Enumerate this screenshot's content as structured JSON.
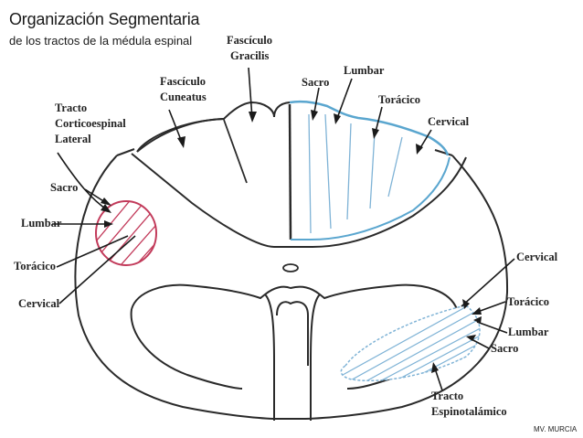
{
  "header": {
    "title": "Organización Segmentaria",
    "subtitle": "de los tractos de la médula espinal"
  },
  "credit": "MV. MURCIA",
  "colors": {
    "outline": "#2a2a2a",
    "gracilis_tract": "#5aa6cf",
    "corticospinal_tract": "#c23a5a",
    "spinothalamic_tract": "#7fb3d6"
  },
  "labels": {
    "fasciculo_gracilis": [
      "Fascículo",
      "Gracilis"
    ],
    "fasciculo_cuneatus": [
      "Fascículo",
      "Cuneatus"
    ],
    "dorsal_sacro": "Sacro",
    "dorsal_lumbar": "Lumbar",
    "dorsal_toracico": "Torácico",
    "dorsal_cervical": "Cervical",
    "tracto_corticoespinal": [
      "Tracto",
      "Corticoespinal",
      "Lateral"
    ],
    "cortico_sacro": "Sacro",
    "cortico_lumbar": "Lumbar",
    "cortico_toracico": "Torácico",
    "cortico_cervical": "Cervical",
    "spino_cervical": "Cervical",
    "spino_toracico": "Torácico",
    "spino_lumbar": "Lumbar",
    "spino_sacro": "Sacro",
    "tracto_espinotalamico": [
      "Tracto",
      "Espinotalámico"
    ]
  }
}
